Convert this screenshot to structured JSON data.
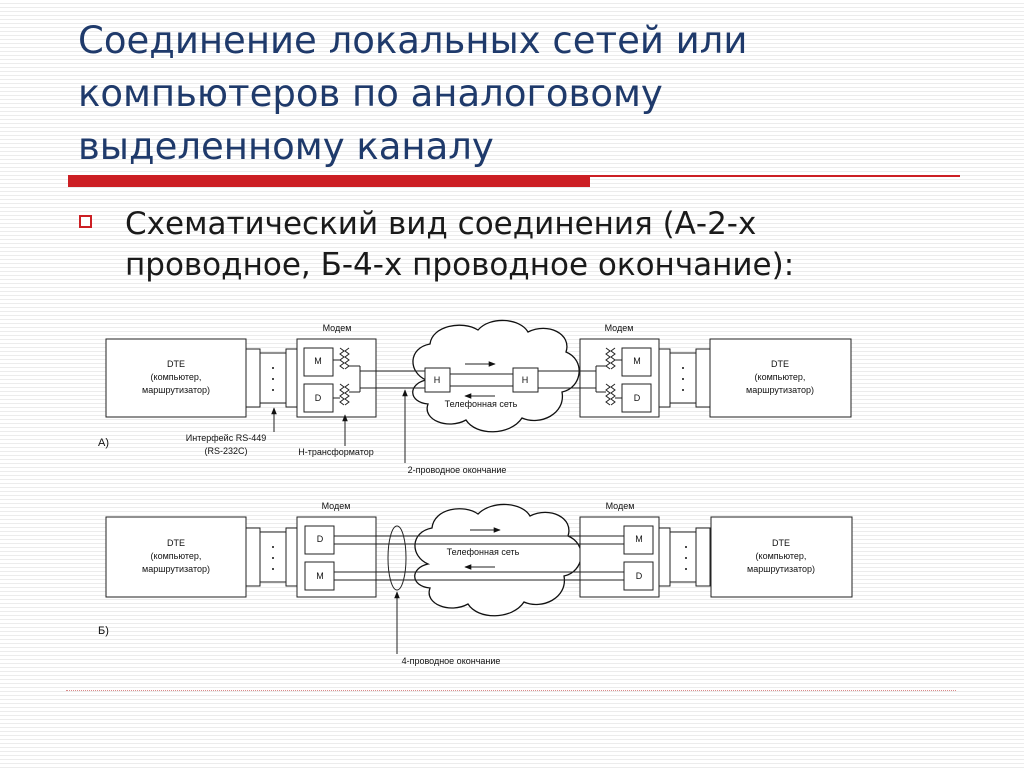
{
  "slide": {
    "title_lines": [
      "Соединение локальных сетей или",
      "компьютеров по аналоговому",
      "выделенному каналу"
    ],
    "bullet_lines": [
      "Схематический вид соединения (А-2-х",
      "проводное, Б-4-х проводное окончание):"
    ],
    "accent_color": "#cc1f24",
    "title_color": "#1f3a6b"
  },
  "diagram_a": {
    "modem_left": "Модем",
    "modem_right": "Модем",
    "dte_left": [
      "DTE",
      "(компьютер,",
      "маршрутизатор)"
    ],
    "dte_right": [
      "DTE",
      "(компьютер,",
      "маршрутизатор)"
    ],
    "m_label": "M",
    "d_label": "D",
    "h_label": "H",
    "cloud_label": "Телефонная сеть",
    "section_label": "А)",
    "interface_label": [
      "Интерфейс RS-449",
      "(RS-232C)"
    ],
    "transformer_label": "H-трансформатор",
    "termination_label": "2-проводное окончание"
  },
  "diagram_b": {
    "modem_left": "Модем",
    "modem_right": "Модем",
    "dte_left": [
      "DTE",
      "(компьютер,",
      "маршрутизатор)"
    ],
    "dte_right": [
      "DTE",
      "(компьютер,",
      "маршрутизатор)"
    ],
    "m_label": "M",
    "d_label": "D",
    "cloud_label": "Телефонная сеть",
    "section_label": "Б)",
    "termination_label": "4-проводное окончание"
  }
}
